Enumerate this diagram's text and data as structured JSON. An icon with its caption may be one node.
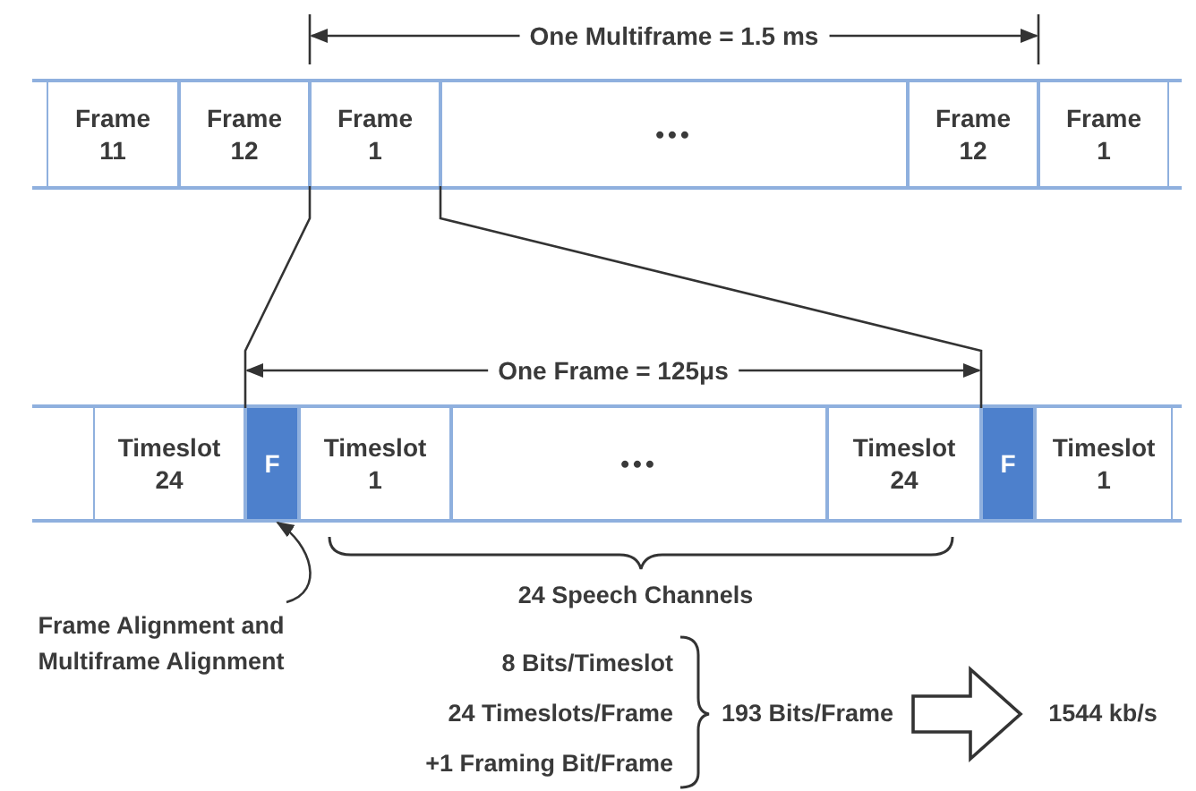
{
  "diagram": {
    "nodes": [
      {
        "text": [
          "Frame 11"
        ]
      },
      {
        "text": [
          "Frame 12"
        ]
      },
      {
        "text": [
          "Frame 1"
        ]
      },
      {
        "text": [
          "•••"
        ]
      },
      {
        "text": [
          "Frame 12"
        ]
      },
      {
        "text": [
          "Frame 1"
        ]
      },
      {
        "text": [
          "Timeslot 24"
        ]
      },
      {
        "text": [
          "F"
        ]
      },
      {
        "text": [
          "Timeslot 1"
        ]
      },
      {
        "text": [
          "•••"
        ]
      },
      {
        "text": [
          "Timeslot 24"
        ]
      },
      {
        "text": [
          "F"
        ]
      },
      {
        "text": [
          "Timeslot 1"
        ]
      },
      {
        "text": [
          "Frame Alignment and Multiframe Alignment"
        ]
      },
      {
        "text": [
          "193 Bits/Frame"
        ]
      },
      {
        "text": [
          "1544 kb/s"
        ]
      }
    ],
    "edges": [
      {
        "from": 2,
        "to": 7,
        "arrow": "none"
      },
      {
        "from": 2,
        "to": 11,
        "arrow": "none"
      },
      {
        "from": 13,
        "to": 7,
        "arrow": "to"
      },
      {
        "from": 14,
        "to": 15,
        "arrow": "to",
        "style": "thick"
      }
    ],
    "labels": [
      "One Multiframe = 1.5 ms",
      "One Frame = 125μs",
      "24 Speech Channels",
      "8 Bits/Timeslot",
      "24 Timeslots/Frame",
      "+1 Framing Bit/Frame"
    ]
  }
}
